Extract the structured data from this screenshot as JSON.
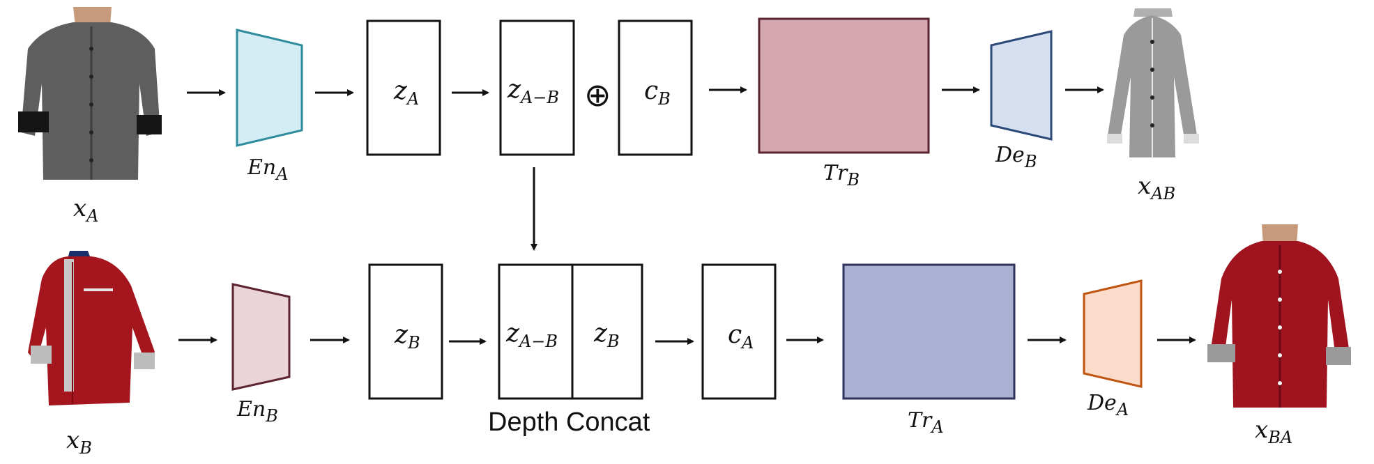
{
  "labels": {
    "xA": {
      "base": "x",
      "sub": "A"
    },
    "xB": {
      "base": "x",
      "sub": "B"
    },
    "xAB": {
      "base": "x",
      "sub": "AB"
    },
    "xBA": {
      "base": "x",
      "sub": "BA"
    },
    "EnA": {
      "base": "En",
      "sub": "A"
    },
    "EnB": {
      "base": "En",
      "sub": "B"
    },
    "DeA": {
      "base": "De",
      "sub": "A"
    },
    "DeB": {
      "base": "De",
      "sub": "B"
    },
    "TrA": {
      "base": "Tr",
      "sub": "A"
    },
    "TrB": {
      "base": "Tr",
      "sub": "B"
    },
    "zA_top": {
      "base": "z",
      "sub": "A"
    },
    "zAB_top": {
      "base": "z",
      "sub": "A−B"
    },
    "cB": {
      "base": "c",
      "sub": "B"
    },
    "zB_bot": {
      "base": "z",
      "sub": "B"
    },
    "zAB_bot": {
      "base": "z",
      "sub": "A−B"
    },
    "zB_concat": {
      "base": "z",
      "sub": "B"
    },
    "cA": {
      "base": "c",
      "sub": "A"
    }
  },
  "plus_symbol": "⊕",
  "depth_concat": "Depth Concat",
  "colors": {
    "enA_fill": "#d4ecf4",
    "enA_stroke": "#2e8c9c",
    "enB_fill": "#ebd3da",
    "enB_stroke": "#5c2431",
    "deB_fill": "#d5dff0",
    "deB_stroke": "#2c4a78",
    "deA_fill": "#fbdcca",
    "deA_stroke": "#c05512",
    "trB_fill": "#d6a8b1",
    "trB_stroke": "#5a2431",
    "trA_fill": "#abafd1",
    "trA_stroke": "#2f335c",
    "shirt_gray": "#5f5f5f",
    "shirt_red": "#a5151e",
    "shirt_light_gray": "#9a9a9a"
  }
}
